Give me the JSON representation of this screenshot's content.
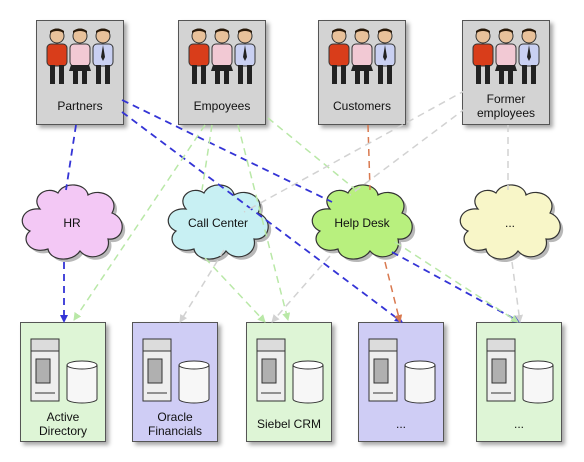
{
  "groups": [
    {
      "key": "partners",
      "label": "Partners"
    },
    {
      "key": "empoyees",
      "label": "Empoyees"
    },
    {
      "key": "customers",
      "label": "Customers"
    },
    {
      "key": "former",
      "label": "Former employees"
    }
  ],
  "services": [
    {
      "key": "hr",
      "label": "HR",
      "color": "#f3c8f5"
    },
    {
      "key": "call-center",
      "label": "Call Center",
      "color": "#c8f0f3"
    },
    {
      "key": "help-desk",
      "label": "Help Desk",
      "color": "#b8f07e"
    },
    {
      "key": "other",
      "label": "...",
      "color": "#f8f6c8"
    }
  ],
  "systems": [
    {
      "key": "active-directory",
      "label": "Active Directory",
      "color": "#def5d6"
    },
    {
      "key": "oracle-financials",
      "label": "Oracle Financials",
      "color": "#cfcdf5"
    },
    {
      "key": "siebel-crm",
      "label": "Siebel CRM",
      "color": "#def5d6"
    },
    {
      "key": "system-4",
      "label": "...",
      "color": "#cfcdf5"
    },
    {
      "key": "system-5",
      "label": "...",
      "color": "#def5d6"
    }
  ],
  "line_colors": {
    "partners": "#3434d6",
    "empoyees": "#b9e8a7",
    "customers": "#d9794f",
    "former": "#d2d2d2"
  }
}
